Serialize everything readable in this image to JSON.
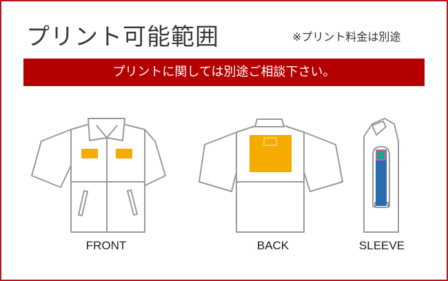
{
  "title": "プリント可能範囲",
  "note": "※プリント料金は別途",
  "banner": "プリントに関しては別途ご相談下さい。",
  "views": {
    "front": "FRONT",
    "back": "BACK",
    "sleeve": "SLEEVE"
  },
  "colors": {
    "border": "#b5161c",
    "banner": "#b40000",
    "print_area": "#f5ab00",
    "sleeve_area": "#2b6cb0",
    "sleeve_mark": "#e0559a",
    "sleeve_inner": "#1aa58c"
  }
}
